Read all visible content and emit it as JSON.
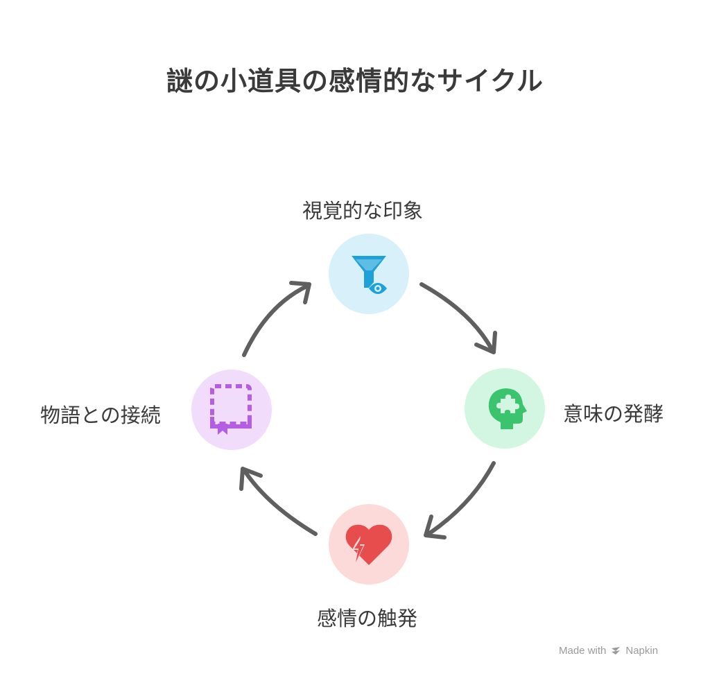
{
  "title": "謎の小道具の感情的なサイクル",
  "nodes": {
    "top": {
      "label": "視覚的な印象",
      "icon": "funnel-eye-icon",
      "bg": "#d7f0fa",
      "fg": "#1ea1d9"
    },
    "right": {
      "label": "意味の発酵",
      "icon": "head-puzzle-icon",
      "bg": "#d3f6e2",
      "fg": "#3cc36e"
    },
    "bottom": {
      "label": "感情の触発",
      "icon": "broken-heart-icon",
      "bg": "#fddada",
      "fg": "#e74d4d"
    },
    "left": {
      "label": "物語との接続",
      "icon": "dashed-frame-bookmark-icon",
      "bg": "#f2dcfb",
      "fg": "#b35ee3"
    }
  },
  "watermark": {
    "made_with": "Made with",
    "brand": "Napkin"
  },
  "colors": {
    "arrow": "#5f5f5f",
    "text": "#3a3a3a"
  }
}
